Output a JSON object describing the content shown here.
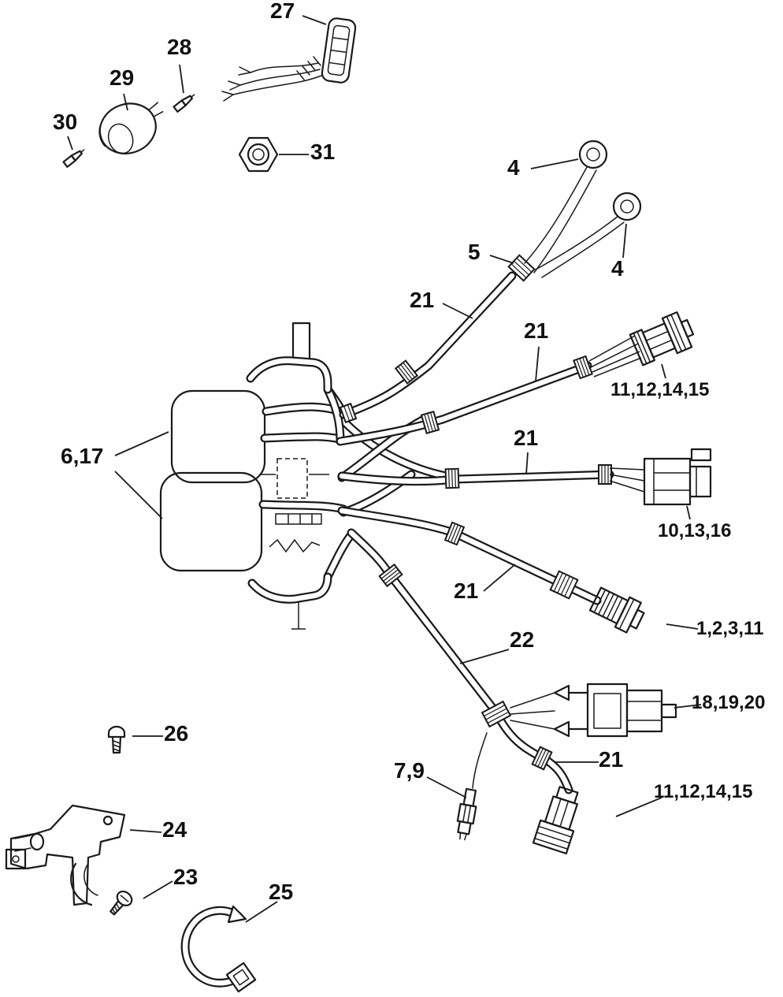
{
  "figure": {
    "background": "#ffffff",
    "line_color": "#1a1a1a",
    "text_color": "#111111"
  },
  "callouts": [
    {
      "label": "27"
    },
    {
      "label": "28"
    },
    {
      "label": "29"
    },
    {
      "label": "30"
    },
    {
      "label": "31"
    },
    {
      "label": "4"
    },
    {
      "label": "5"
    },
    {
      "label": "4"
    },
    {
      "label": "21"
    },
    {
      "label": "21"
    },
    {
      "label": "11,12,14,15"
    },
    {
      "label": "21"
    },
    {
      "label": "6,17"
    },
    {
      "label": "10,13,16"
    },
    {
      "label": "21"
    },
    {
      "label": "1,2,3,11"
    },
    {
      "label": "22"
    },
    {
      "label": "18,19,20"
    },
    {
      "label": "26"
    },
    {
      "label": "21"
    },
    {
      "label": "7,9"
    },
    {
      "label": "11,12,14,15"
    },
    {
      "label": "24"
    },
    {
      "label": "23"
    },
    {
      "label": "25"
    }
  ]
}
